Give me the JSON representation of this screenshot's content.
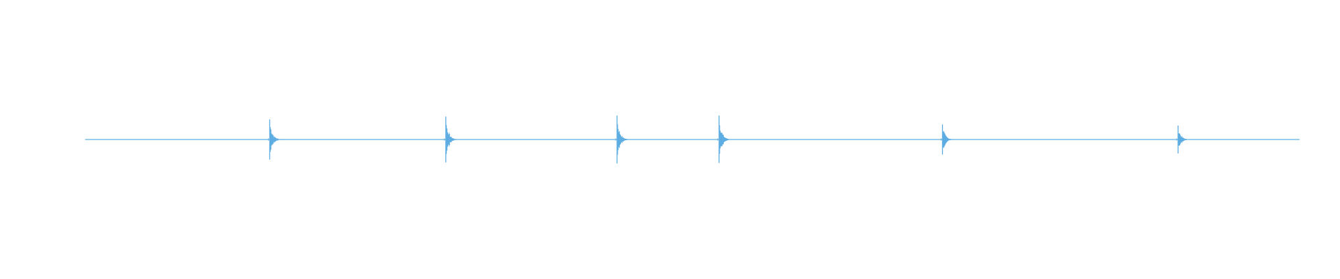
{
  "chart_data": {
    "type": "line",
    "title": "",
    "xlabel": "",
    "ylabel": "",
    "x_range": [
      0,
      100
    ],
    "y_range": [
      -1,
      1
    ],
    "axes_visible": false,
    "grid": false,
    "legend": "none",
    "baseline_amplitude": 0.0,
    "series": [
      {
        "color": "#5dade2",
        "transients": [
          {
            "x": 15.2,
            "peak": 0.36,
            "trough": -0.36
          },
          {
            "x": 29.7,
            "peak": 0.41,
            "trough": -0.41
          },
          {
            "x": 43.8,
            "peak": 0.43,
            "trough": -0.43
          },
          {
            "x": 52.2,
            "peak": 0.43,
            "trough": -0.42
          },
          {
            "x": 70.6,
            "peak": 0.27,
            "trough": -0.27
          },
          {
            "x": 90.0,
            "peak": 0.25,
            "trough": -0.25
          }
        ]
      }
    ]
  }
}
